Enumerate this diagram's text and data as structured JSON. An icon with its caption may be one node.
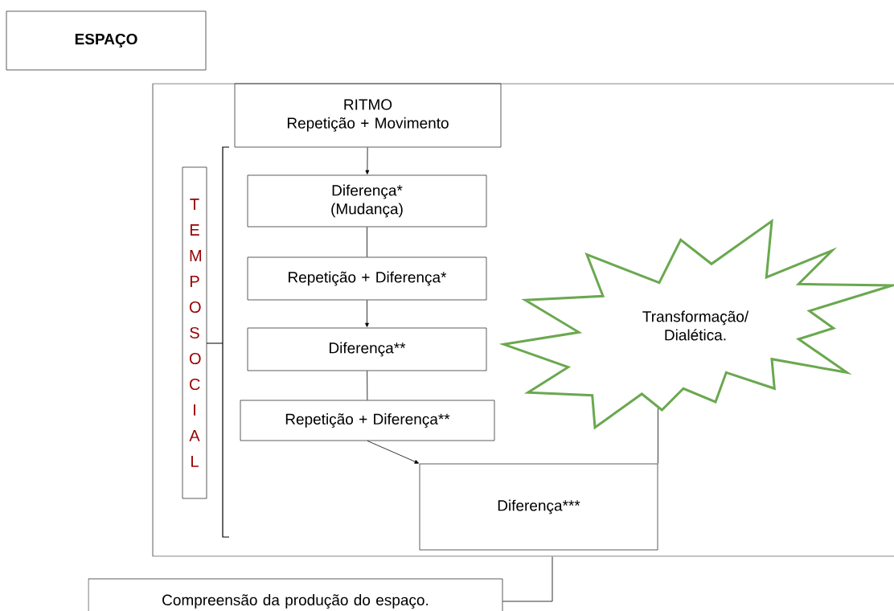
{
  "diagram": {
    "nodes": [
      {
        "text": [
          "ESPAÇO"
        ]
      },
      {
        "text": [],
        "shape": "box"
      },
      {
        "text": [
          "RITMO",
          "Repetição + Movimento"
        ],
        "in": 1
      },
      {
        "text": [
          "TEMPO SOCIAL"
        ],
        "in": 1
      },
      {
        "text": [
          "Diferença* (Mudança)"
        ],
        "in": 1
      },
      {
        "text": [
          "Repetição + Diferença*"
        ],
        "in": 1
      },
      {
        "text": [
          "Diferença**"
        ],
        "in": 1
      },
      {
        "text": [
          "Repetição + Diferença**"
        ],
        "in": 1
      },
      {
        "text": [
          "Diferença***"
        ],
        "in": 1
      },
      {
        "text": [
          "Transformação/ Dialética."
        ],
        "in": 1
      },
      {
        "text": [
          "Compreensão da produção do espaço."
        ]
      }
    ],
    "edges": [
      {
        "from": 2,
        "to": 4,
        "arrow": "to"
      },
      {
        "from": 4,
        "to": 5,
        "arrow": "none"
      },
      {
        "from": 5,
        "to": 6,
        "arrow": "to"
      },
      {
        "from": 6,
        "to": 7,
        "arrow": "none"
      },
      {
        "from": 7,
        "to": 8,
        "arrow": "to"
      },
      {
        "from": 9,
        "to": 8,
        "arrow": "none"
      },
      {
        "from": 1,
        "to": 10,
        "arrow": "none"
      }
    ]
  }
}
